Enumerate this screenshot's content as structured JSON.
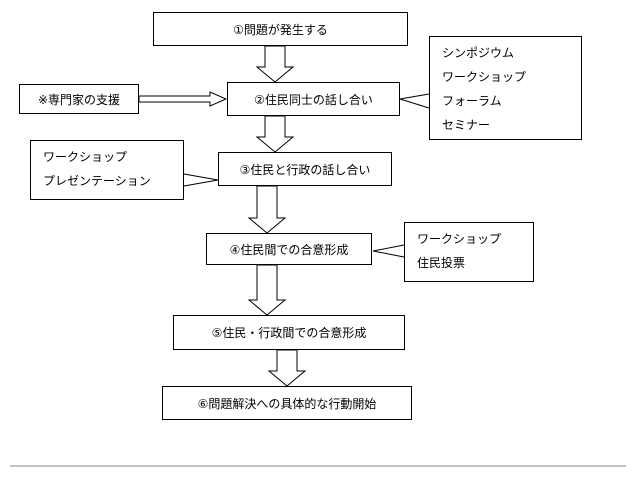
{
  "steps": [
    "①問題が発生する",
    "②住民同士の話し合い",
    "③住民と行政の話し合い",
    "④住民間での合意形成",
    "⑤住民・行政間での合意形成",
    "⑥問題解決への具体的な行動開始"
  ],
  "support_box": "※専門家の支援",
  "callouts": {
    "step2": [
      "シンポジウム",
      "ワークショップ",
      "フォーラム",
      "セミナー"
    ],
    "step3": [
      "ワークショップ",
      "プレゼンテーション"
    ],
    "step4": [
      "ワークショップ",
      "住民投票"
    ]
  }
}
